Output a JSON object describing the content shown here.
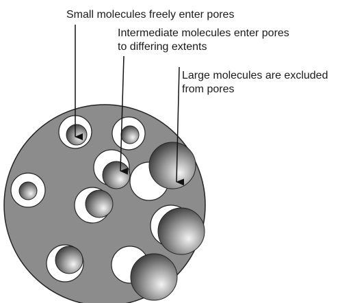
{
  "annotations": {
    "small": "Small molecules freely enter pores",
    "intermediate_line1": "Intermediate molecules enter pores",
    "intermediate_line2": "to differing extents",
    "large_line1": "Large molecules are excluded",
    "large_line2": "from pores"
  },
  "colors": {
    "bead": "#8c8c8c",
    "outline": "#222222",
    "pore": "#ffffff",
    "molecule_light": "#f2f2f2",
    "molecule_dark": "#2a2a2a"
  }
}
